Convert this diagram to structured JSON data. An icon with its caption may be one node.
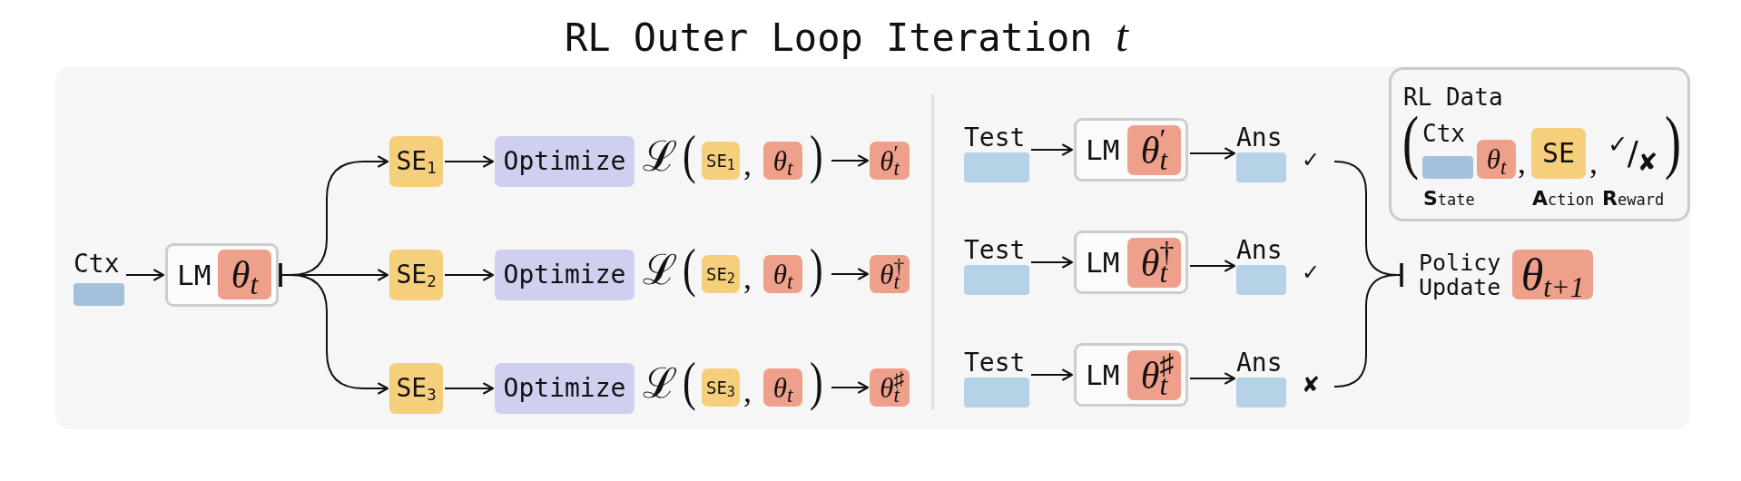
{
  "diagram": {
    "title": "RL Outer Loop Iteration *t*",
    "nodes": [
      {
        "text": [
          "Ctx"
        ]
      },
      {
        "text": [
          "LM"
        ]
      },
      {
        "text": [
          "θ$_{t}$"
        ],
        "in": 1
      },
      {
        "text": [
          "SE$_{1}$"
        ]
      },
      {
        "text": [
          "Optimize"
        ]
      },
      {
        "text": [
          "ℒ",
          "(",
          ",",
          ")"
        ]
      },
      {
        "text": [
          "SE$_{1}$"
        ],
        "in": 5
      },
      {
        "text": [
          "θ$_{t}$"
        ],
        "in": 5
      },
      {
        "text": [
          "θ$^{′}$$_{t}$"
        ]
      },
      {
        "text": [
          "SE$_{2}$"
        ]
      },
      {
        "text": [
          "Optimize"
        ]
      },
      {
        "text": [
          "ℒ",
          "(",
          ",",
          ")"
        ]
      },
      {
        "text": [
          "SE$_{2}$"
        ],
        "in": 11
      },
      {
        "text": [
          "θ$_{t}$"
        ],
        "in": 11
      },
      {
        "text": [
          "θ$^{†}$$_{t}$"
        ]
      },
      {
        "text": [
          "SE$_{3}$"
        ]
      },
      {
        "text": [
          "Optimize"
        ]
      },
      {
        "text": [
          "ℒ",
          "(",
          ",",
          ")"
        ]
      },
      {
        "text": [
          "SE$_{3}$"
        ],
        "in": 17
      },
      {
        "text": [
          "θ$_{t}$"
        ],
        "in": 17
      },
      {
        "text": [
          "θ$^{♯}$$_{t}$"
        ]
      },
      {
        "text": [
          "Test"
        ]
      },
      {
        "text": [
          "LM"
        ]
      },
      {
        "text": [
          "θ$^{′}$$_{t}$"
        ],
        "in": 22
      },
      {
        "text": [
          "Ans"
        ],
        "beside": [
          "✓"
        ]
      },
      {
        "text": [
          "Test"
        ]
      },
      {
        "text": [
          "LM"
        ]
      },
      {
        "text": [
          "θ$^{†}$$_{t}$"
        ],
        "in": 26
      },
      {
        "text": [
          "Ans"
        ],
        "beside": [
          "✓"
        ]
      },
      {
        "text": [
          "Test"
        ]
      },
      {
        "text": [
          "LM"
        ]
      },
      {
        "text": [
          "θ$^{♯}$$_{t}$"
        ],
        "in": 30
      },
      {
        "text": [
          "Ans"
        ],
        "beside": [
          "✘"
        ]
      },
      {
        "text": [
          "RL Data",
          "(",
          ",",
          ",",
          "$^{✓}$/$_{✘}$",
          ")",
          "**S**tate",
          "**A**ction",
          "**R**eward"
        ]
      },
      {
        "text": [
          "Ctx"
        ],
        "in": 33
      },
      {
        "text": [
          "θ$_{t}$"
        ],
        "in": 33
      },
      {
        "text": [
          "SE"
        ],
        "in": 33
      },
      {
        "text": [
          "Policy Update"
        ]
      },
      {
        "text": [
          "θ$_{t+1}$"
        ]
      }
    ],
    "edges": [
      {
        "from": 0,
        "to": 1,
        "arrow": "to"
      },
      {
        "from": 1,
        "to": 3,
        "arrow": "to"
      },
      {
        "from": 1,
        "to": 9,
        "arrow": "to"
      },
      {
        "from": 1,
        "to": 15,
        "arrow": "to"
      },
      {
        "from": 3,
        "to": 4,
        "arrow": "to"
      },
      {
        "from": 5,
        "to": 8,
        "arrow": "to"
      },
      {
        "from": 9,
        "to": 10,
        "arrow": "to"
      },
      {
        "from": 11,
        "to": 14,
        "arrow": "to"
      },
      {
        "from": 15,
        "to": 16,
        "arrow": "to"
      },
      {
        "from": 17,
        "to": 20,
        "arrow": "to"
      },
      {
        "from": 21,
        "to": 22,
        "arrow": "to"
      },
      {
        "from": 22,
        "to": 24,
        "arrow": "to"
      },
      {
        "from": 25,
        "to": 26,
        "arrow": "to"
      },
      {
        "from": 26,
        "to": 28,
        "arrow": "to"
      },
      {
        "from": 29,
        "to": 30,
        "arrow": "to"
      },
      {
        "from": 30,
        "to": 32,
        "arrow": "to"
      },
      {
        "from": 24,
        "to": 37,
        "arrow": "other"
      },
      {
        "from": 32,
        "to": 37,
        "arrow": "other"
      }
    ]
  }
}
